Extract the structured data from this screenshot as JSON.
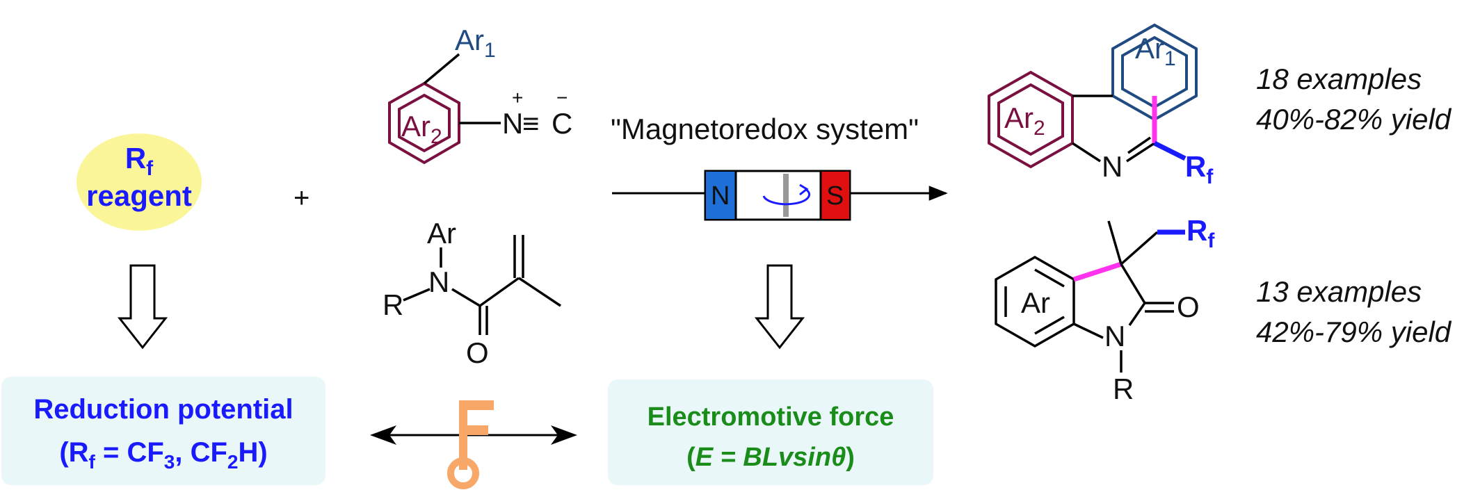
{
  "reagent": {
    "line1_main": "R",
    "line1_sub": "f",
    "line2": "reagent"
  },
  "plus": "+",
  "isocyanide": {
    "ar1": "Ar",
    "ar1_sub": "1",
    "ar2": "Ar",
    "ar2_sub": "2",
    "n_atom": "N",
    "triple": "≡",
    "c_atom": "C",
    "plus_charge": "+",
    "minus_charge": "−"
  },
  "acrylamide": {
    "ar": "Ar",
    "n": "N",
    "r": "R",
    "o": "O"
  },
  "system": {
    "label": "\"Magnetoredox system\"",
    "north": "N",
    "south": "S"
  },
  "products": {
    "phenanthridine": {
      "ar1": "Ar",
      "ar1_sub": "1",
      "ar2": "Ar",
      "ar2_sub": "2",
      "n": "N",
      "rf": "R",
      "rf_sub": "f",
      "examples": "18 examples",
      "yield": "40%-82% yield"
    },
    "oxindole": {
      "rf": "R",
      "rf_sub": "f",
      "ar": "Ar",
      "o": "O",
      "n": "N",
      "r": "R",
      "examples": "13 examples",
      "yield": "42%-79% yield"
    }
  },
  "bottom": {
    "reduction_title": "Reduction potential",
    "reduction_formula_pre": "(R",
    "reduction_formula_sub": "f",
    "reduction_formula_mid": " = CF",
    "reduction_formula_sub2": "3",
    "reduction_formula_mid2": ", CF",
    "reduction_formula_sub3": "2",
    "reduction_formula_end": "H)",
    "emf_title": "Electromotive force",
    "emf_formula_pre": "(",
    "emf_formula_e": "E",
    "emf_formula_rest": " = BLvsin",
    "emf_formula_theta": "θ",
    "emf_formula_end": ")"
  },
  "colors": {
    "reagent_fill": "#fbf59a",
    "reagent_text": "#1a1aff",
    "ar1_ring": "#1f4a82",
    "ar2_ring": "#7a1040",
    "new_bond": "#ff33ee",
    "rf_bond": "#1a1aff",
    "box_bg": "#eaf7f8",
    "reduction_text": "#1a1aff",
    "emf_text": "#1a8c1a",
    "magnet_north": "#1e6fd8",
    "magnet_south": "#e01010",
    "key": "#f7a768"
  },
  "icons": [
    "down-arrow-icon",
    "double-arrow-icon",
    "key-icon",
    "rotation-icon",
    "magnet-icon"
  ]
}
